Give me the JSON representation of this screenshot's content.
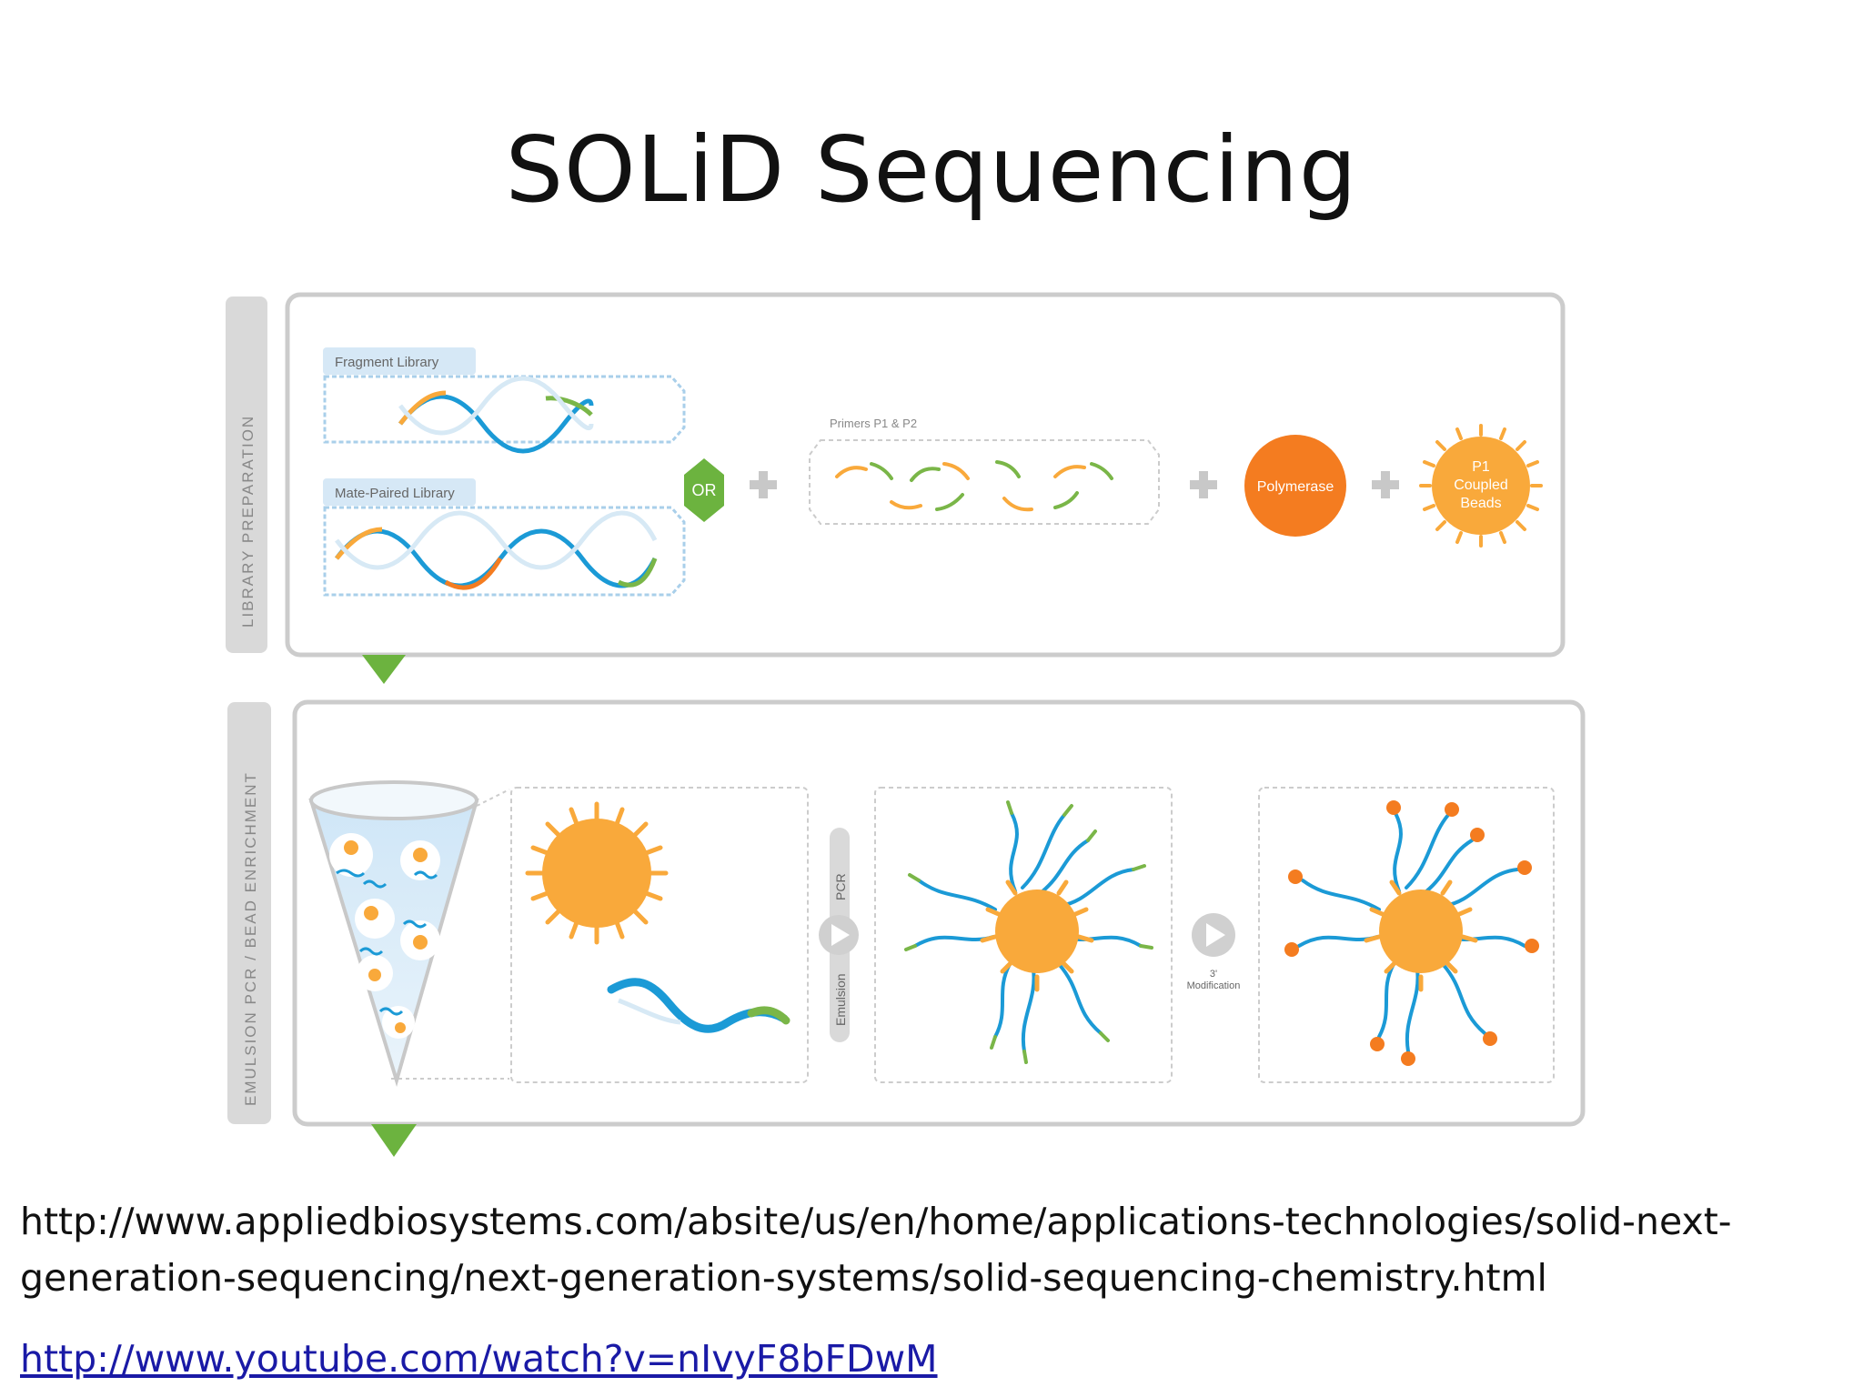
{
  "slide": {
    "title": "SOLiD Sequencing",
    "source_url": "http://www.appliedbiosystems.com/absite/us/en/home/applications-technologies/solid-next-generation-sequencing/next-generation-systems/solid-sequencing-chemistry.html",
    "video_url": "http://www.youtube.com/watch?v=nIvyF8bFDwM"
  },
  "diagram": {
    "library_panel": {
      "side_label": "LIBRARY PREPARATION",
      "fragment_tab": "Fragment Library",
      "matepaired_tab": "Mate-Paired Library",
      "or_label": "OR",
      "primers_label": "Primers P1 & P2",
      "polymerase_label": "Polymerase",
      "beads_line1": "P1",
      "beads_line2": "Coupled",
      "beads_line3": "Beads"
    },
    "emulsion_panel": {
      "side_label": "EMULSION PCR / BEAD ENRICHMENT",
      "pcr_label": "PCR",
      "emulsion_label": "Emulsion",
      "modification_line1": "3'",
      "modification_line2": "Modification"
    },
    "colors": {
      "orange_bead": "#f9a93b",
      "polymerase": "#f47c20",
      "blue_strand": "#1b9ad6",
      "green_accent": "#7ab648",
      "panel_border": "#cccccc",
      "side_tab": "#d9d9d9"
    }
  }
}
